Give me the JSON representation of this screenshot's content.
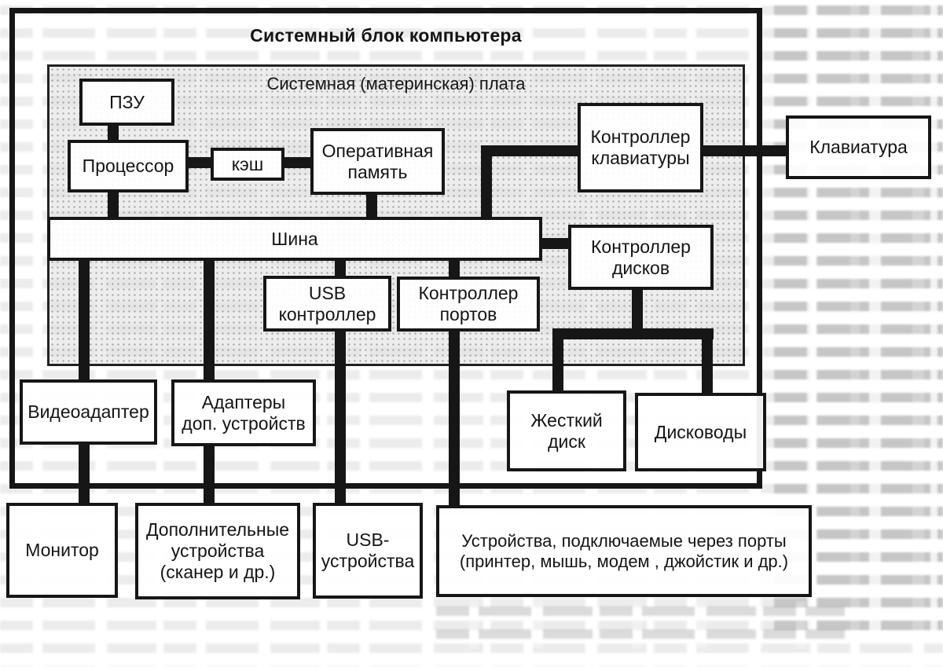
{
  "title": "Системный блок компьютера",
  "motherboard_label": "Системная (материнская) плата",
  "nodes": {
    "pzu": {
      "lines": [
        "ПЗУ"
      ]
    },
    "processor": {
      "lines": [
        "Процессор"
      ]
    },
    "cache": {
      "lines": [
        "кэш"
      ]
    },
    "ram": {
      "lines": [
        "Оперативная",
        "память"
      ]
    },
    "keyboard_controller": {
      "lines": [
        "Контроллер",
        "клавиатуры"
      ]
    },
    "keyboard": {
      "lines": [
        "Клавиатура"
      ]
    },
    "bus": {
      "lines": [
        "Шина"
      ]
    },
    "usb_controller": {
      "lines": [
        "USB",
        "контроллер"
      ]
    },
    "port_controller": {
      "lines": [
        "Контроллер",
        "портов"
      ]
    },
    "disk_controller": {
      "lines": [
        "Контроллер",
        "дисков"
      ]
    },
    "video_adapter": {
      "lines": [
        "Видеоадаптер"
      ]
    },
    "extra_adapters": {
      "lines": [
        "Адаптеры",
        "доп. устройств"
      ]
    },
    "hard_disk": {
      "lines": [
        "Жесткий",
        "диск"
      ]
    },
    "disk_drives": {
      "lines": [
        "Дисководы"
      ]
    },
    "monitor": {
      "lines": [
        "Монитор"
      ]
    },
    "extra_devices": {
      "lines": [
        "Дополнительные",
        "устройства",
        "(сканер и др.)"
      ]
    },
    "usb_devices": {
      "lines": [
        "USB-",
        "устройства"
      ]
    },
    "port_devices": {
      "lines": [
        "Устройства, подключаемые через порты",
        "(принтер, мышь, модем , джойстик и др.)"
      ]
    }
  },
  "colors": {
    "ink": "#161616",
    "paper": "#ffffff",
    "board_fill": "#e2e2e2"
  }
}
